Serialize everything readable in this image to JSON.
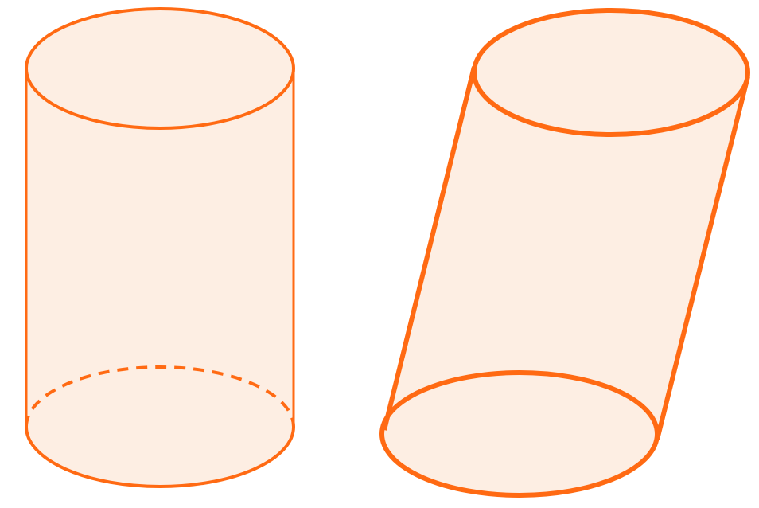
{
  "figures": [
    {
      "name": "right-circular-cylinder",
      "kind": "right",
      "hidden_edge": "dashed"
    },
    {
      "name": "oblique-cylinder",
      "kind": "oblique",
      "hidden_edge": "none"
    }
  ],
  "colors": {
    "stroke": "#FF6A13",
    "fill": "#FDEEE3",
    "background": "#FFFFFF"
  }
}
